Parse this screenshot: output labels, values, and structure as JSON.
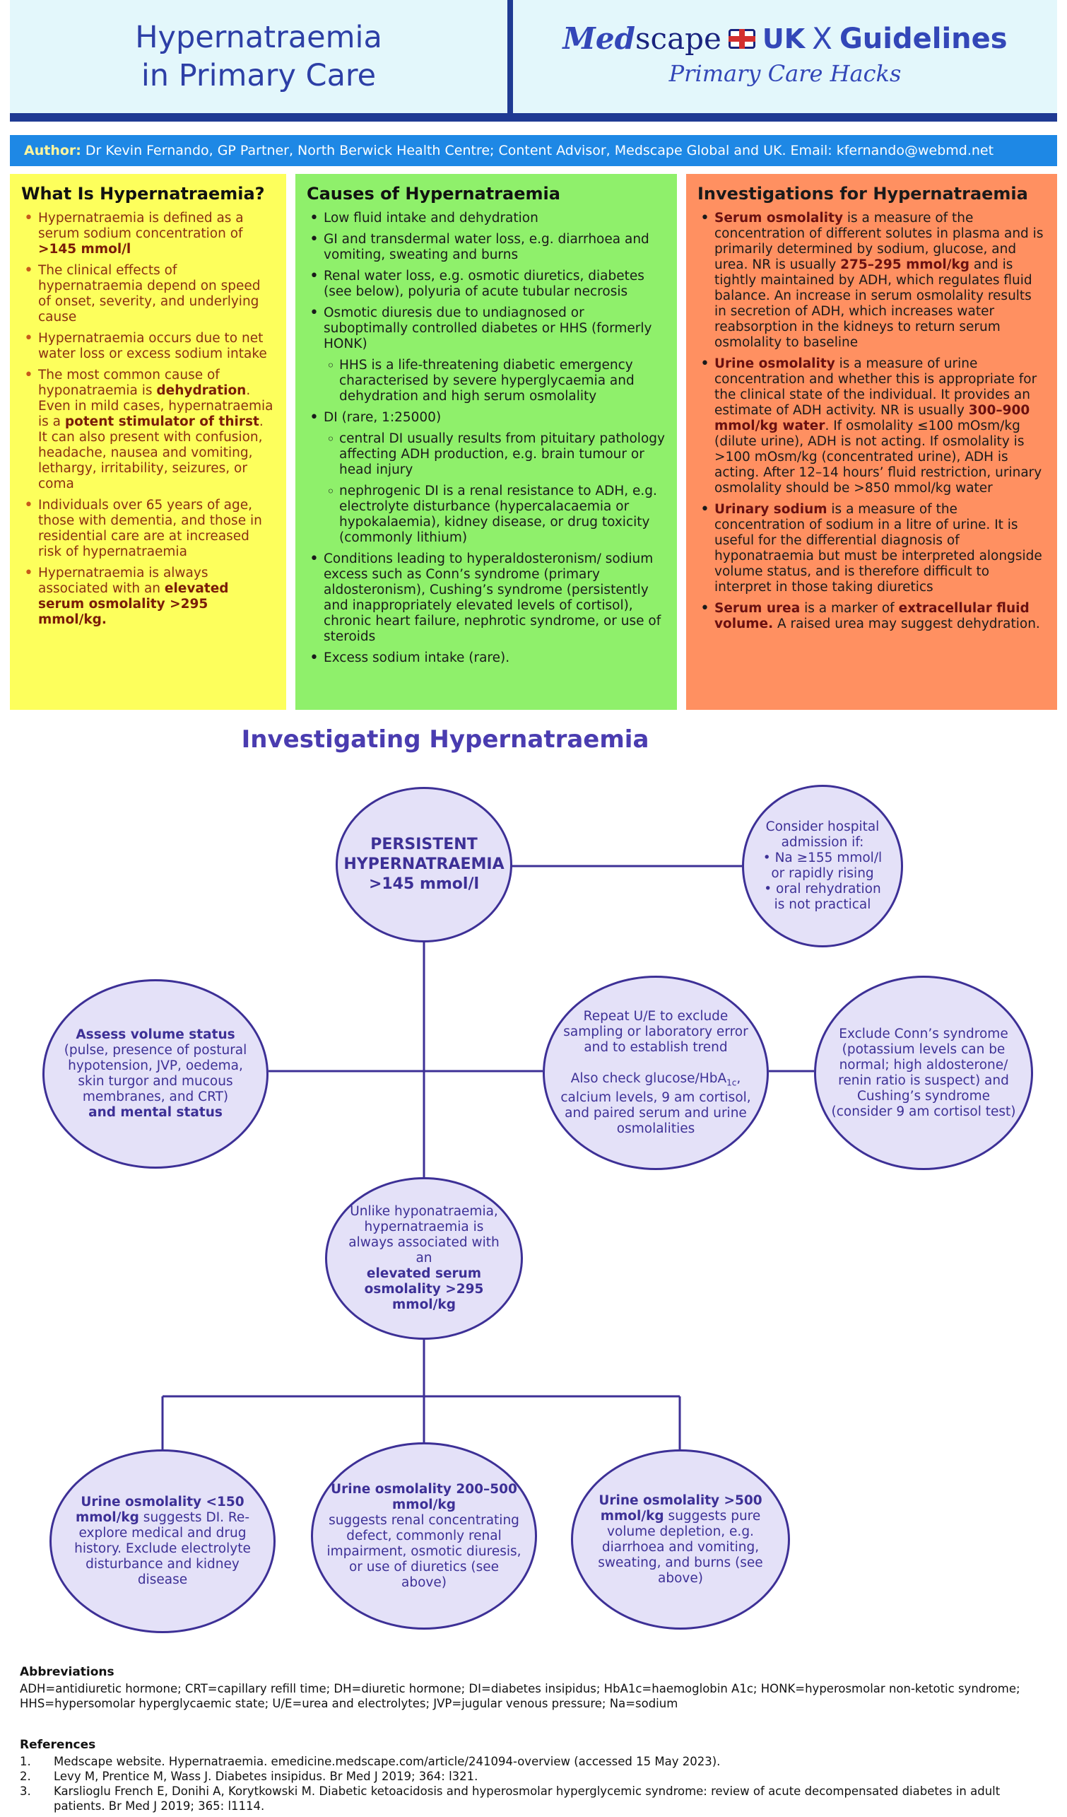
{
  "header": {
    "title_line1": "Hypernatraemia",
    "title_line2": "in Primary Care",
    "brand_med": "Med",
    "brand_scape": "scape",
    "brand_uk": "UK",
    "brand_x": "X",
    "brand_guidelines": "Guidelines",
    "brand_subtitle": "Primary Care Hacks",
    "flag_icon": "uk-flag-icon"
  },
  "author": {
    "label": "Author:",
    "text": "Dr Kevin Fernando, GP Partner, North Berwick Health Centre; Content Advisor, Medscape Global and UK. Email: kfernando@webmd.net"
  },
  "col1": {
    "heading": "What Is Hypernatraemia?",
    "b1_text": "Hypernatraemia is defined as a serum sodium concentration of ",
    "b1_bold": ">145 mmol/l",
    "b2": "The clinical effects of hypernatraemia depend on speed of onset, severity, and underlying cause",
    "b3": "Hypernatraemia occurs due to net water loss or excess sodium intake",
    "b4_a": "The most common cause of hyponatraemia is ",
    "b4_bold1": "dehydration",
    "b4_b": ". Even in mild cases, hypernatraemia is a ",
    "b4_bold2": "potent stimulator of thirst",
    "b4_c": ". It can also present with confusion, headache, nausea and vomiting, lethargy, irritability, seizures, or coma",
    "b5": "Individuals over 65 years of age, those with dementia, and those in residential care are at increased risk of hypernatraemia",
    "b6_text": "Hypernatraemia is always associated with an ",
    "b6_bold": "elevated serum osmolality >295 mmol/kg."
  },
  "col2": {
    "heading": "Causes of Hypernatraemia",
    "b1": "Low fluid intake and dehydration",
    "b2": "GI and transdermal water loss, e.g. diarrhoea and vomiting, sweating and burns",
    "b3": "Renal water loss, e.g. osmotic diuretics, diabetes (see below), polyuria of acute tubular necrosis",
    "b4": "Osmotic diuresis due to undiagnosed or suboptimally controlled diabetes or HHS (formerly HONK)",
    "b4_sub": "HHS is a life-threatening diabetic emergency characterised by severe hyperglycaemia and dehydration and high serum osmolality",
    "b5": "DI (rare, 1:25000)",
    "b5_sub1": "central DI usually results from pituitary pathology affecting ADH production, e.g. brain tumour or head injury",
    "b5_sub2": "nephrogenic DI is a renal resistance to ADH, e.g. electrolyte disturbance (hypercalacaemia or hypokalaemia), kidney disease, or drug toxicity (commonly lithium)",
    "b6": "Conditions leading to hyperaldosteronism/ sodium excess such as Conn’s syndrome (primary aldosteronism), Cushing’s syndrome (persistently and inappropriately elevated levels of cortisol), chronic heart failure, nephrotic syndrome, or use of steroids",
    "b7": "Excess sodium intake (rare)."
  },
  "col3": {
    "heading": "Investigations for Hypernatraemia",
    "b1_bold": "Serum osmolality",
    "b1_a": " is a measure of the concentration of different solutes in plasma and is primarily determined by sodium, glucose, and urea. NR is usually ",
    "b1_bold2": "275–295 mmol/kg",
    "b1_b": " and is tightly maintained by ADH, which regulates fluid balance. An increase in serum osmolality results in secretion of ADH, which increases water reabsorption in the kidneys to return serum osmolality to baseline",
    "b2_bold": "Urine osmolality",
    "b2_a": " is a measure of urine concentration and whether this is appropriate for the clinical state of the individual. It provides an estimate of ADH activity. NR is usually ",
    "b2_bold2": "300–900 mmol/kg water",
    "b2_b": ". If osmolality ≤100 mOsm/kg (dilute urine), ADH is not acting. If osmolality is >100 mOsm/kg (concentrated urine), ADH is acting. After 12–14 hours’ fluid restriction, urinary osmolality should be >850 mmol/kg water",
    "b3_bold": "Urinary sodium",
    "b3_a": " is a measure of the concentration of sodium in a litre of urine. It is useful for the differential diagnosis of hyponatraemia but must be interpreted alongside volume status, and is therefore difficult to interpret in those taking diuretics",
    "b4_bold": "Serum urea",
    "b4_a": " is a marker of ",
    "b4_bold2": "extracellular fluid volume.",
    "b4_b": " A raised urea may suggest dehydration."
  },
  "flow": {
    "title": "Investigating Hypernatraemia",
    "persistent_l1": "PERSISTENT",
    "persistent_l2": "HYPERNATRAEMIA",
    "persistent_l3": ">145 mmol/l",
    "hospital_intro": "Consider hospital admission if:",
    "hospital_b1": "• Na ≥155 mmol/l or rapidly rising",
    "hospital_b2": "• oral rehydration is not practical",
    "volume_bold": "Assess volume status",
    "volume_text": "(pulse, presence of postural hypotension, JVP, oedema, skin turgor and mucous membranes, and CRT)",
    "volume_bold2": "and mental status",
    "repeat_text": "Repeat U/E to exclude sampling or laboratory  error and to establish trend",
    "also_a": "Also check glucose/HbA",
    "also_sub": "1c",
    "also_b": ", calcium levels, 9 am cortisol, and paired serum and urine osmolalities",
    "conn": "Exclude Conn’s syndrome (potassium levels can be normal; high aldosterone/ renin ratio is suspect) and Cushing’s syndrome (consider 9 am cortisol test)",
    "unlike_text": "Unlike hyponatraemia, hypernatraemia is always associated with an",
    "unlike_bold": "elevated serum osmolality >295 mmol/kg",
    "u150_bold": "Urine osmolality <150 mmol/kg",
    "u150_text": " suggests DI. Re-explore medical and drug history. Exclude electrolyte disturbance and kidney disease",
    "u200_bold": "Urine osmolality 200–500 mmol/kg",
    "u200_text": "suggests renal concentrating defect, commonly renal impairment, osmotic diuresis, or use of diuretics (see above)",
    "u500_bold": "Urine osmolality >500 mmol/kg",
    "u500_text": " suggests pure volume depletion, e.g. diarrhoea and vomiting, sweating, and burns (see above)"
  },
  "abbreviations": {
    "heading": "Abbreviations",
    "line1": "ADH=antidiuretic hormone; CRT=capillary refill time; DH=diuretic hormone; DI=diabetes insipidus; HbA1c=haemoglobin A1c; HONK=hyperosmolar non-ketotic syndrome;",
    "line2": "HHS=hypersomolar hyperglycaemic state; U/E=urea and electrolytes; JVP=jugular venous pressure; Na=sodium"
  },
  "references": {
    "heading": "References",
    "items": [
      {
        "n": "1.",
        "text": "Medscape website. Hypernatraemia. emedicine.medscape.com/article/241094-overview (accessed 15 May 2023)."
      },
      {
        "n": "2.",
        "text": "Levy M, Prentice M, Wass J. Diabetes insipidus. Br Med J 2019; 364: l321."
      },
      {
        "n": "3.",
        "text": "Karslioglu French E, Donihi A, Korytkowski M. Diabetic ketoacidosis and hyperosmolar hyperglycemic syndrome: review of acute decompensated diabetes in adult patients. Br Med J 2019; 365: l1114."
      }
    ]
  }
}
